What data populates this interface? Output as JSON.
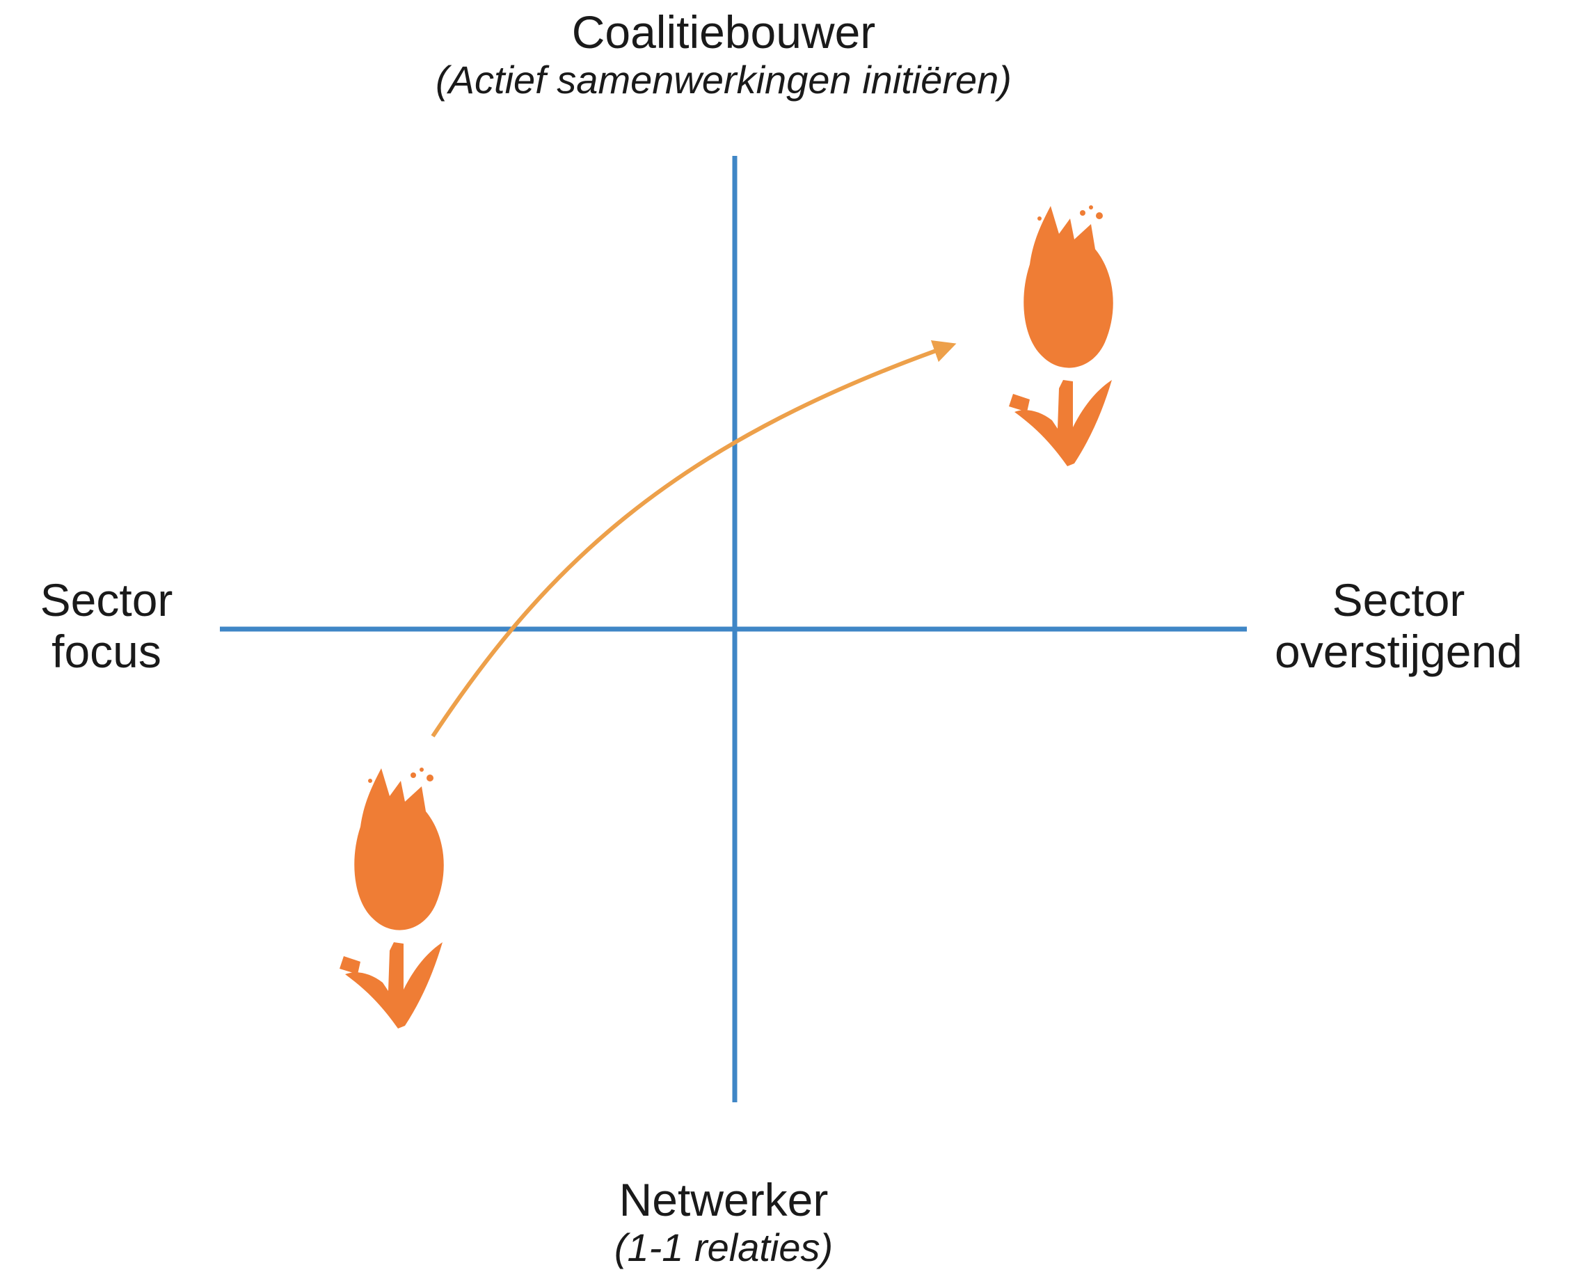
{
  "labels": {
    "top": {
      "title": "Coalitiebouwer",
      "subtitle": "(Actief samenwerkingen initiëren)"
    },
    "bottom": {
      "title": "Netwerker",
      "subtitle": "(1-1 relaties)"
    },
    "left": {
      "line1": "Sector",
      "line2": "focus"
    },
    "right": {
      "line1": "Sector",
      "line2": "overstijgend"
    }
  },
  "icons": {
    "start": "tulip-icon",
    "end": "tulip-icon"
  },
  "colors": {
    "axis": "#3f86c6",
    "arrow": "#eda04a",
    "tulip": "#ef7d35",
    "text": "#1a1a1a"
  }
}
